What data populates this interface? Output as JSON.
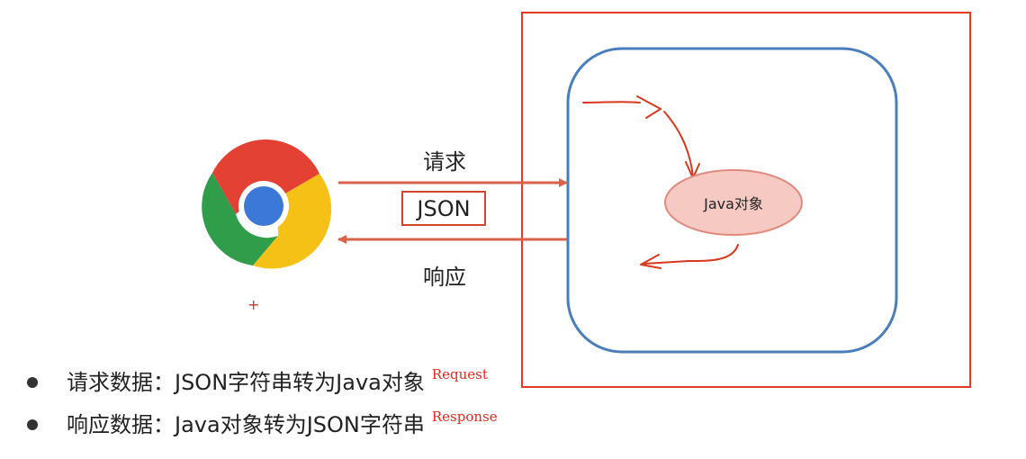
{
  "diagram": {
    "request_label": "请求",
    "json_label": "JSON",
    "response_label": "响应",
    "plus_mark": "+",
    "ellipse_label": "Java对象",
    "browser_icon": "chrome-icon",
    "colors": {
      "server_frame": "#e23b25",
      "inner_box": "#4a7ebb",
      "arrow": "#d9624a",
      "ink_arrow": "#d8391e",
      "ellipse_fill": "#f7c9c3",
      "ellipse_stroke": "#e08a7e"
    }
  },
  "bullets": [
    {
      "text": "请求数据：JSON字符串转为Java对象",
      "note": "Request"
    },
    {
      "text": "响应数据：Java对象转为JSON字符串",
      "note": "Response"
    }
  ]
}
